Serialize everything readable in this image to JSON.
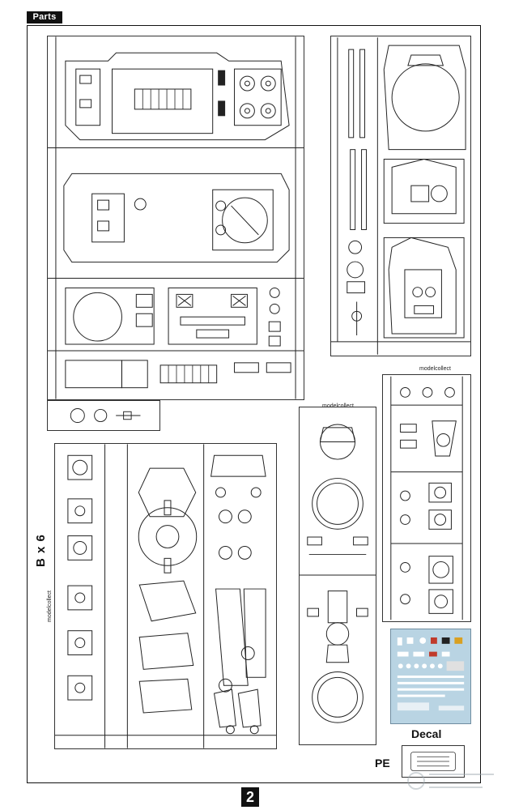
{
  "header": {
    "tag": "Parts"
  },
  "labels": {
    "multiplier": "B x 6",
    "decal": "Decal",
    "pe": "PE"
  },
  "footer": {
    "page_number": "2"
  },
  "brand": {
    "name": "modelcollect"
  },
  "colors": {
    "ink": "#111111",
    "decal_bg": "#b9d4e3",
    "watermark": "#9aa6ad"
  }
}
